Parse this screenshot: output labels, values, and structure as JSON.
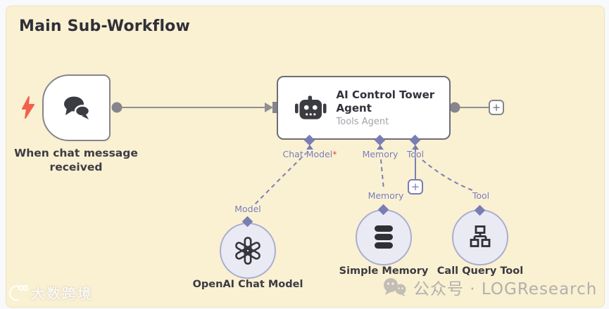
{
  "sticky": {
    "title": "Main Sub-Workflow"
  },
  "trigger": {
    "label": "When chat message received"
  },
  "agent": {
    "title": "AI Control Tower Agent",
    "subtitle": "Tools Agent",
    "ports": [
      {
        "label": "Chat Model",
        "marker": "*"
      },
      {
        "label": "Memory",
        "marker": ""
      },
      {
        "label": "Tool",
        "marker": ""
      }
    ]
  },
  "subnodes": [
    {
      "port_label": "Model",
      "name": "OpenAI Chat Model",
      "icon": "openai-logo-icon"
    },
    {
      "port_label": "Memory",
      "name": "Simple Memory",
      "icon": "database-icon"
    },
    {
      "port_label": "Tool",
      "name": "Call Query Tool",
      "icon": "sitemap-icon"
    }
  ],
  "ui": {
    "plus_label": "+"
  },
  "watermarks": {
    "left_text": "大数跨境",
    "right_text": "公众号 · LOGResearch"
  },
  "colors": {
    "sticky_bg": "#FAF0D2",
    "accent_slate": "#797DB4",
    "connector_gray": "#85858D",
    "icon_dark": "#35353D",
    "bolt_red": "#F2604D",
    "required_red": "#E0483E"
  }
}
